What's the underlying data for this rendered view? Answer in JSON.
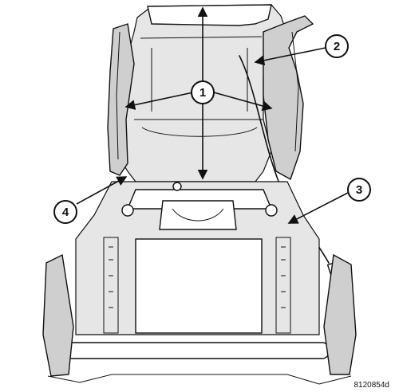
{
  "callouts": [
    {
      "id": "callout-1",
      "label": "1"
    },
    {
      "id": "callout-2",
      "label": "2"
    },
    {
      "id": "callout-3",
      "label": "3"
    },
    {
      "id": "callout-4",
      "label": "4"
    }
  ],
  "reference_number": "8120854d"
}
